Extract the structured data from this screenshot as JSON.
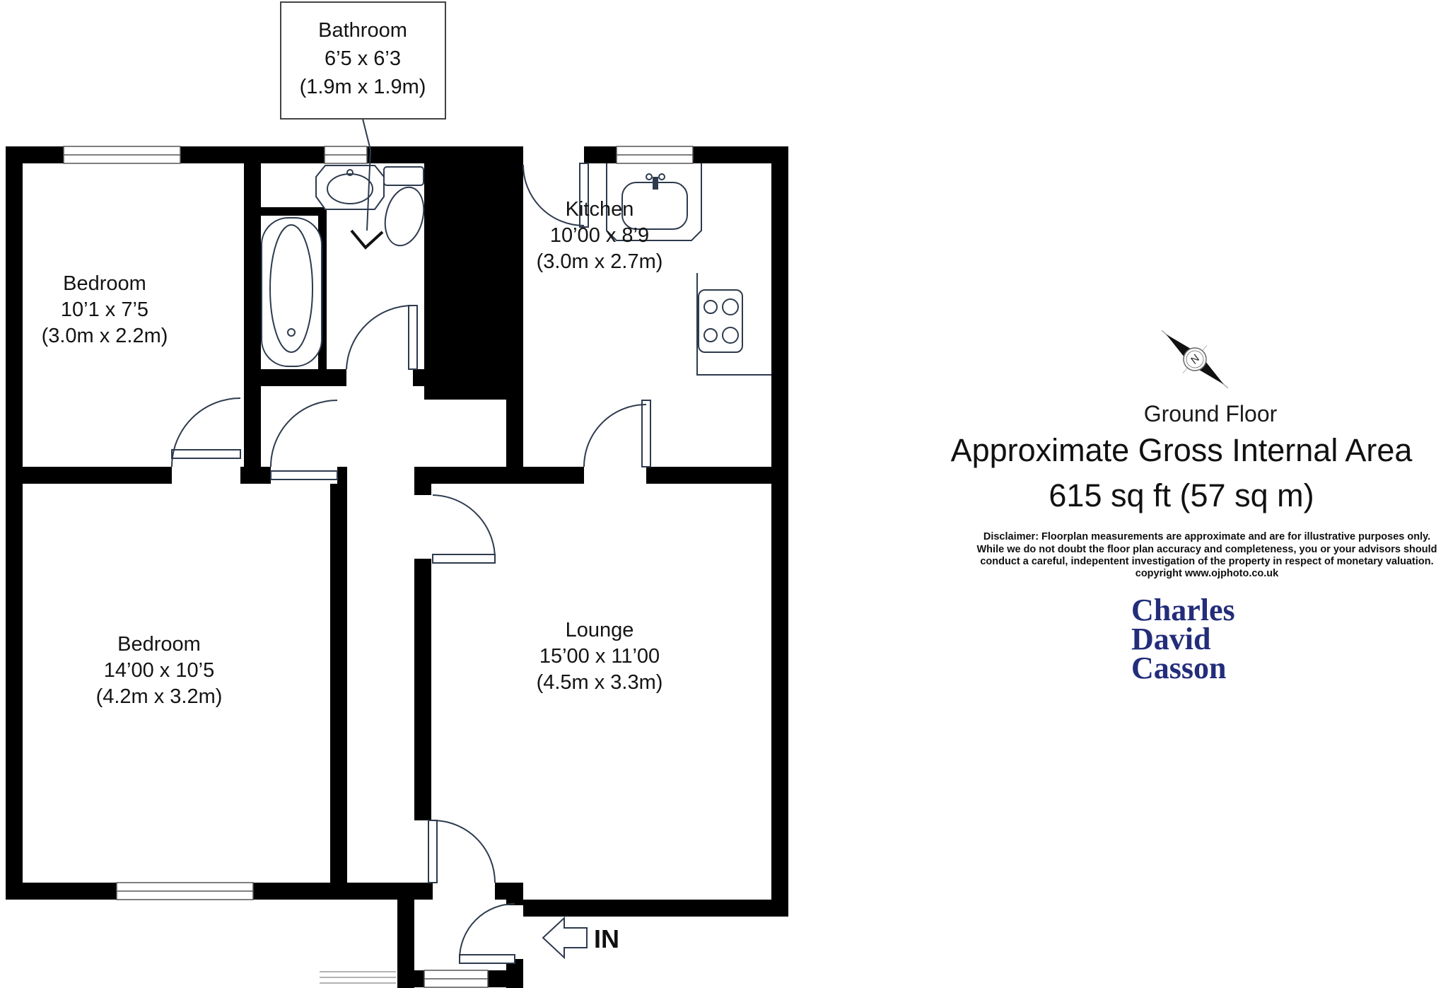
{
  "plan": {
    "callout": {
      "name": "Bathroom",
      "dims_ft": "6’5 x 6’3",
      "dims_m": "(1.9m x 1.9m)"
    },
    "rooms": [
      {
        "id": "bedroom-1",
        "name": "Bedroom",
        "dims_ft": "10’1 x 7’5",
        "dims_m": "(3.0m x 2.2m)"
      },
      {
        "id": "kitchen",
        "name": "Kitchen",
        "dims_ft": "10’00 x 8’9",
        "dims_m": "(3.0m x 2.7m)"
      },
      {
        "id": "bedroom-2",
        "name": "Bedroom",
        "dims_ft": "14’00 x 10’5",
        "dims_m": "(4.2m x 3.2m)"
      },
      {
        "id": "lounge",
        "name": "Lounge",
        "dims_ft": "15’00 x 11’00",
        "dims_m": "(4.5m x 3.3m)"
      }
    ],
    "entrance_label": "IN",
    "compass_label": "N"
  },
  "info": {
    "floor_title": "Ground Floor",
    "area_title": "Approximate Gross Internal Area",
    "area_value": "615 sq ft (57 sq m)",
    "disclaimer_lines": [
      "Disclaimer: Floorplan measurements are approximate and are for illustrative purposes only.",
      "While we do not doubt the floor plan accuracy and completeness, you or your advisors should",
      "conduct a careful, indepentent investigation of the property in respect of monetary valuation.",
      "copyright www.ojphoto.co.uk"
    ],
    "logo_lines": [
      "Charles",
      "David",
      "Casson"
    ]
  },
  "colors": {
    "wall": "#000000",
    "fixture_line": "#2e3b4e",
    "logo": "#232d7a"
  }
}
